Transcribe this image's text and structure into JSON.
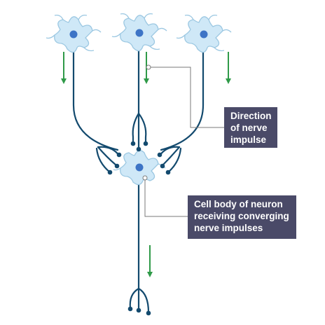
{
  "labels": {
    "direction": [
      "Direction",
      "of nerve",
      "impulse"
    ],
    "cell_body": [
      "Cell body of neuron",
      "receiving converging",
      "nerve impulses"
    ]
  },
  "colors": {
    "axon": "#134a6e",
    "cell_fill": "#cfe8f7",
    "cell_outline": "#9cc8e2",
    "nucleus": "#3d74c6",
    "arrow": "#2f9a48",
    "callout_line": "#7a7a7a",
    "label_bg": "#4a4a68",
    "label_text": "#ffffff"
  }
}
